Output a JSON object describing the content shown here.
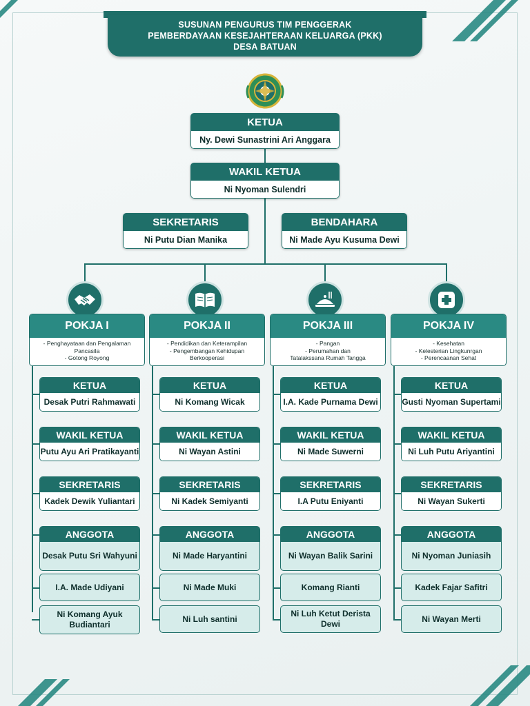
{
  "header": {
    "line1": "SUSUNAN PENGURUS TIM PENGGERAK",
    "line2": "PEMBERDAYAAN KESEJAHTERAAN KELUARGA (PKK)",
    "line3": "DESA BATUAN"
  },
  "top": {
    "ketua": {
      "title": "KETUA",
      "name": "Ny. Dewi Sunastrini Ari Anggara"
    },
    "wakil": {
      "title": "WAKIL KETUA",
      "name": "Ni Nyoman Sulendri"
    },
    "sekretaris": {
      "title": "SEKRETARIS",
      "name": "Ni Putu Dian Manika"
    },
    "bendahara": {
      "title": "BENDAHARA",
      "name": "Ni Made Ayu Kusuma Dewi"
    }
  },
  "pokja": [
    {
      "icon": "handshake-icon",
      "title": "POKJA I",
      "desc": [
        "- Penghayataan dan Pengalaman",
        "Pancasila",
        "- Gotong Royong"
      ],
      "ketua": {
        "title": "KETUA",
        "name": "Desak Putri Rahmawati"
      },
      "wakil": {
        "title": "WAKIL KETUA",
        "name": "Putu Ayu Ari Pratikayanti"
      },
      "sekretaris": {
        "title": "SEKRETARIS",
        "name": "Kadek Dewik Yuliantari"
      },
      "anggota_title": "ANGGOTA",
      "anggota": [
        "Desak Putu Sri Wahyuni",
        "I.A. Made Udiyani",
        "Ni Komang Ayuk Budiantari"
      ]
    },
    {
      "icon": "book-icon",
      "title": "POKJA II",
      "desc": [
        "- Pendidikan dan Keterampilan",
        "- Pengembangan Kehidupan",
        "Berkooperasi"
      ],
      "ketua": {
        "title": "KETUA",
        "name": "Ni Komang Wicak"
      },
      "wakil": {
        "title": "WAKIL KETUA",
        "name": "Ni Wayan Astini"
      },
      "sekretaris": {
        "title": "SEKRETARIS",
        "name": "Ni Kadek Semiyanti"
      },
      "anggota_title": "ANGGOTA",
      "anggota": [
        "Ni Made Haryantini",
        "Ni Made Muki",
        "Ni Luh santini"
      ]
    },
    {
      "icon": "food-home-icon",
      "title": "POKJA III",
      "desc": [
        "- Pangan",
        "- Perumahan dan",
        "Tatalakssana Rumah Tangga"
      ],
      "ketua": {
        "title": "KETUA",
        "name": "I.A. Kade Purnama Dewi"
      },
      "wakil": {
        "title": "WAKIL KETUA",
        "name": "Ni Made Suwerni"
      },
      "sekretaris": {
        "title": "SEKRETARIS",
        "name": "I.A Putu Eniyanti"
      },
      "anggota_title": "ANGGOTA",
      "anggota": [
        "Ni Wayan Balik Sarini",
        "Komang Rianti",
        "Ni Luh Ketut Derista Dewi"
      ]
    },
    {
      "icon": "health-cross-icon",
      "title": "POKJA IV",
      "desc": [
        "- Kesehatan",
        "- Kelesterian Lingkunrgan",
        "- Perencaanan Sehat"
      ],
      "ketua": {
        "title": "KETUA",
        "name": "Gusti Nyoman Supertami"
      },
      "wakil": {
        "title": "WAKIL KETUA",
        "name": "Ni Luh Putu Ariyantini"
      },
      "sekretaris": {
        "title": "SEKRETARIS",
        "name": "Ni Wayan Sukerti"
      },
      "anggota_title": "ANGGOTA",
      "anggota": [
        "Ni Nyoman Juniasih",
        "Kadek Fajar Safitri",
        "Ni Wayan Merti"
      ]
    }
  ]
}
